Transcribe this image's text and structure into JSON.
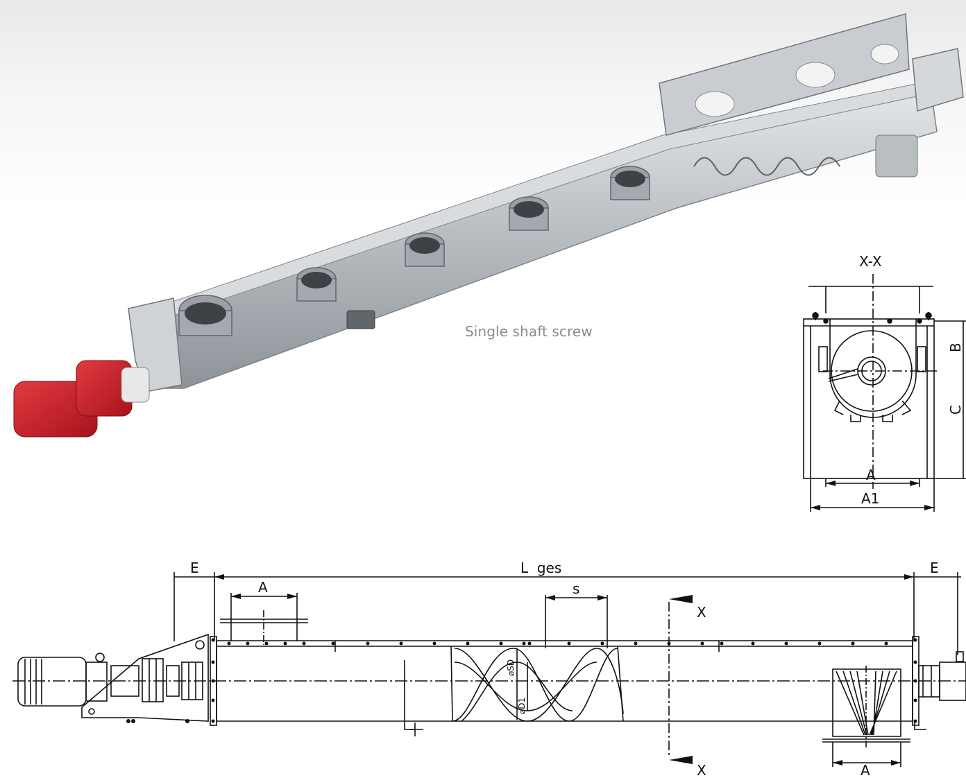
{
  "caption": "Single shaft screw",
  "section_view": {
    "title": "X-X",
    "labels": {
      "a": "A",
      "a1": "A1",
      "b": "B",
      "c": "C"
    }
  },
  "side_view": {
    "labels": {
      "e_left": "E",
      "l_ges": "L  ges",
      "e_right": "E",
      "a_top": "A",
      "s": "s",
      "x_top": "X",
      "x_bottom": "X",
      "a_bottom": "A",
      "sd": "⌀SD",
      "d1": "⌀D1"
    }
  },
  "colors": {
    "motor_red": "#cc1f2a",
    "steel": "#b9bec4",
    "line": "#111111"
  }
}
